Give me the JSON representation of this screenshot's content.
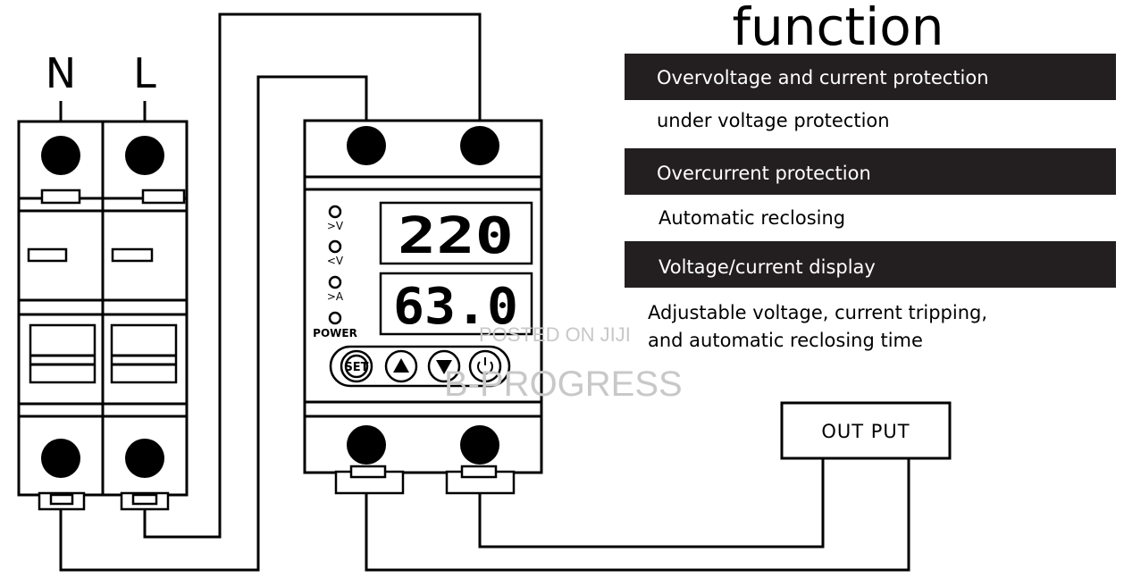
{
  "heading": "function",
  "breaker": {
    "label_n": "N",
    "label_l": "L"
  },
  "protector": {
    "display_top": "220",
    "display_bottom": "63.0",
    "indicators": [
      ">V",
      "<V",
      ">A",
      "POWER"
    ],
    "buttons": [
      {
        "name": "set",
        "label": "SET"
      },
      {
        "name": "up",
        "icon": "triangle-up-icon"
      },
      {
        "name": "down",
        "icon": "triangle-down-icon"
      },
      {
        "name": "power",
        "icon": "power-icon"
      }
    ]
  },
  "functions": [
    {
      "text": "Overvoltage and current protection",
      "style": "dark"
    },
    {
      "text": "under voltage protection",
      "style": "plain"
    },
    {
      "text": "Overcurrent protection",
      "style": "dark"
    },
    {
      "text": "Automatic reclosing",
      "style": "plain"
    },
    {
      "text": "Voltage/current display",
      "style": "dark"
    },
    {
      "text": "Adjustable voltage, current tripping,",
      "style": "plain"
    },
    {
      "text": "and automatic reclosing time",
      "style": "plain"
    }
  ],
  "output_label": "OUT PUT",
  "watermarks": {
    "small": "POSTED ON JIJI",
    "large": "B-PROGRESS"
  },
  "colors": {
    "bar": "#231f20",
    "line": "#000000",
    "watermark": "#c8c8c8"
  }
}
